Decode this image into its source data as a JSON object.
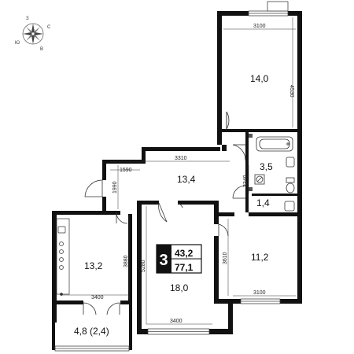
{
  "compass": {
    "north": "З",
    "east": "С",
    "south": "В",
    "west": "Ю"
  },
  "rooms": {
    "bedroom_top_right": "14,0",
    "bathroom": "3,5",
    "hall": "13,4",
    "wc": "1,4",
    "kitchen": "13,2",
    "living_room": "18,0",
    "bedroom_bottom_right": "11,2",
    "balcony": "4,8 (2,4)"
  },
  "dimensions": {
    "top_right_width": "3100",
    "top_right_height": "4530",
    "hall_width": "3310",
    "hall_left_width": "1590",
    "hall_left_height": "1990",
    "bath_height": "3340",
    "kitchen_width": "3400",
    "kitchen_height": "3880",
    "living_height": "5280",
    "living_width": "3400",
    "bottom_right_height": "3610",
    "bottom_right_width": "3100"
  },
  "badge": {
    "rooms_count": "3",
    "living_area": "43,2",
    "total_area": "77,1"
  }
}
